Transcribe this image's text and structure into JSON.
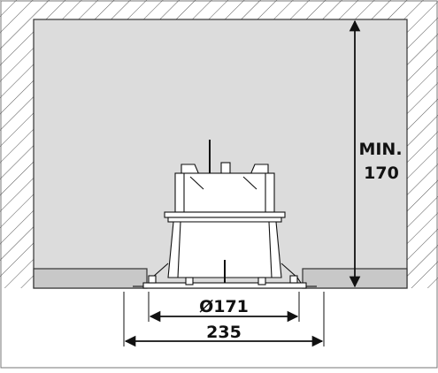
{
  "diagram": {
    "dimensions": {
      "min_label": "MIN.",
      "min_value": "170",
      "inner_diameter": "Ø171",
      "outer_width": "235"
    },
    "colors": {
      "background": "#ffffff",
      "ceiling_void": "#dcdcdc",
      "board": "#c8c8c8",
      "line": "#111111"
    }
  }
}
